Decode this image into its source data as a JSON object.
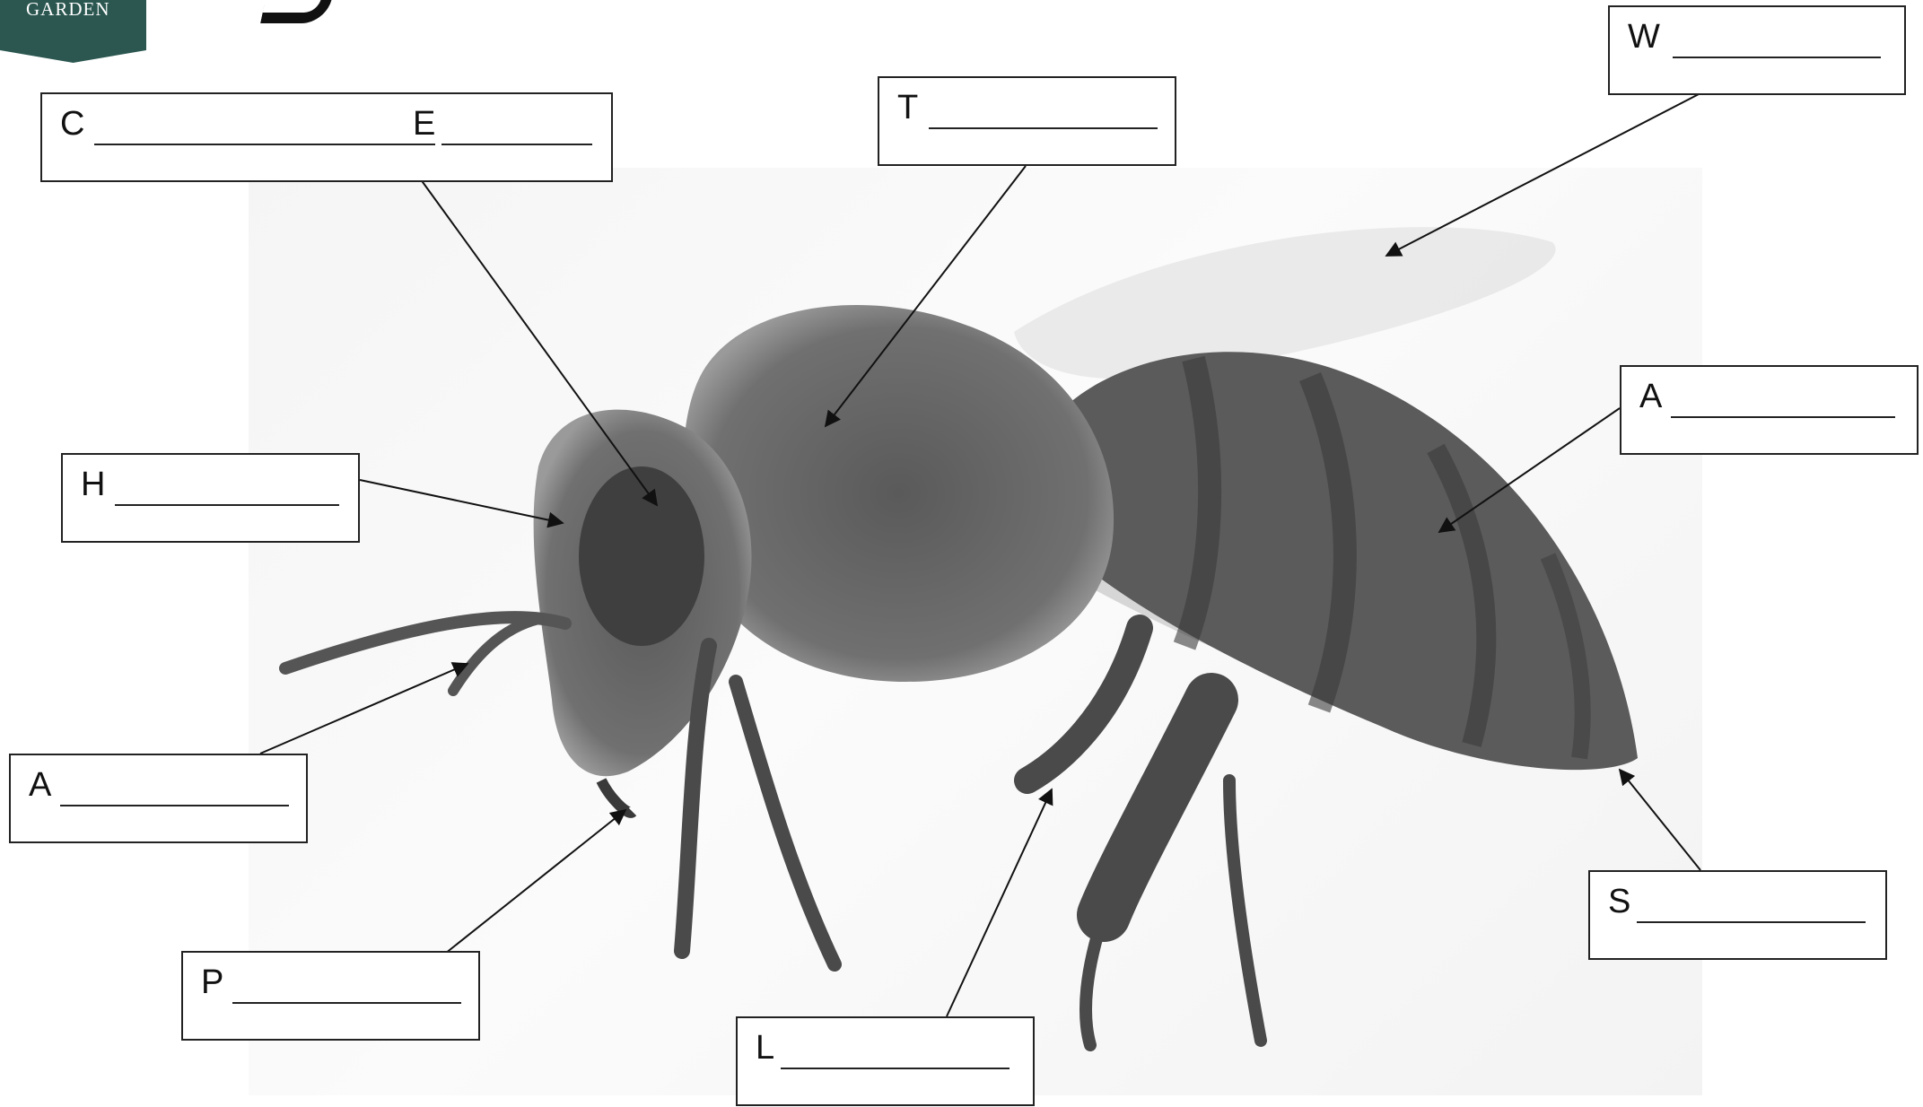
{
  "logo": {
    "text": "GARDEN"
  },
  "labels": {
    "wings": "W",
    "compound_eye": "C",
    "eye": "E",
    "thorax": "T",
    "head": "H",
    "abdomen": "A",
    "antenna": "A",
    "proboscis": "P",
    "legs": "L",
    "stinger": "S"
  },
  "colors": {
    "badge": "#2b5750",
    "line": "#111111",
    "photo_bg": "#f5f5f5"
  }
}
